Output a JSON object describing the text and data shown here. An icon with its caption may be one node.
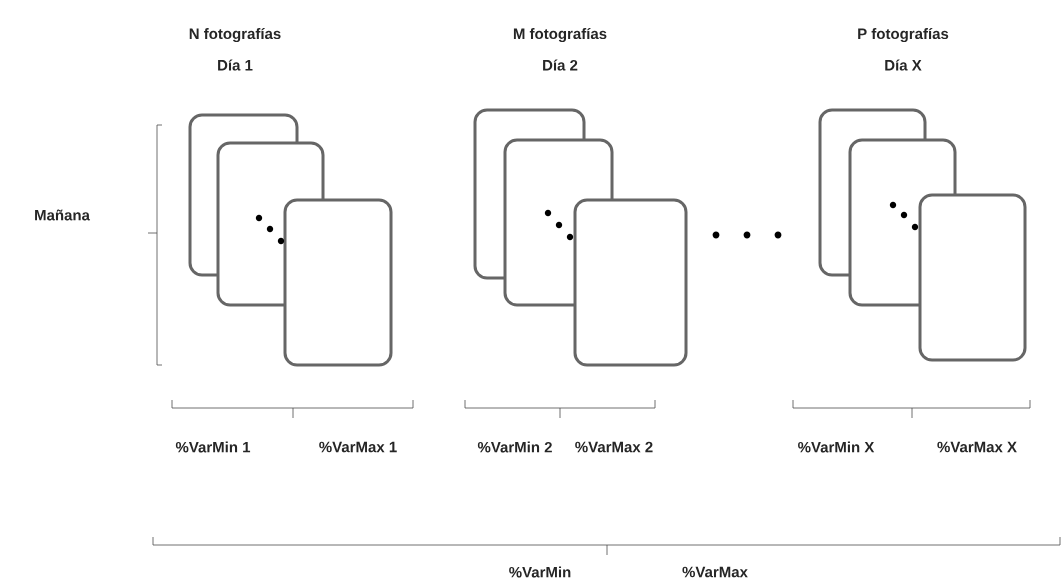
{
  "diagram": {
    "labels": [
      "N fotografías",
      "Día 1",
      "M fotografías",
      "Día 2",
      "P fotografías",
      "Día X",
      "Mañana",
      "%VarMin 1",
      "%VarMax 1",
      "%VarMin 2",
      "%VarMax 2",
      "%VarMin X",
      "%VarMax X",
      "%VarMin",
      "%VarMax"
    ]
  }
}
